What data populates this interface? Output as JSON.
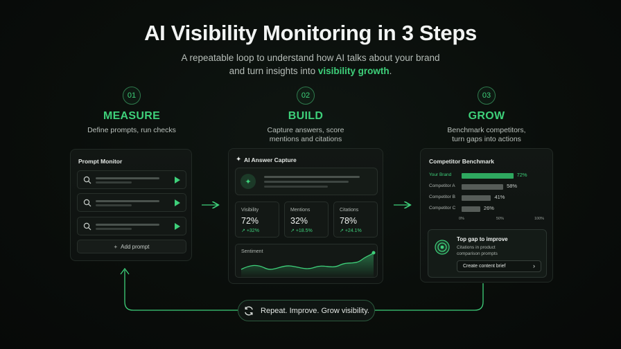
{
  "header": {
    "title": "AI Visibility Monitoring in 3 Steps",
    "subtitle_line1": "A repeatable loop to understand how AI talks about your brand",
    "subtitle_line2_prefix": "and turn insights into ",
    "subtitle_highlight": "visibility growth",
    "subtitle_line2_suffix": "."
  },
  "steps": [
    {
      "num": "01",
      "title": "MEASURE",
      "desc_line1": "Define prompts, run checks",
      "desc_line2": ""
    },
    {
      "num": "02",
      "title": "BUILD",
      "desc_line1": "Capture answers, score",
      "desc_line2": "mentions and citations"
    },
    {
      "num": "03",
      "title": "GROW",
      "desc_line1": "Benchmark competitors,",
      "desc_line2": "turn gaps into actions"
    }
  ],
  "prompt_monitor": {
    "title": "Prompt Monitor",
    "icons": {
      "search": "search-icon",
      "run": "play-icon",
      "add": "plus-icon"
    },
    "add_label": "Add prompt"
  },
  "answer_capture": {
    "title": "AI Answer Capture",
    "icon": "sparkle-icon",
    "metrics": [
      {
        "label": "Visibility",
        "value": "72%",
        "delta": "+32%"
      },
      {
        "label": "Mentions",
        "value": "32%",
        "delta": "+18.5%"
      },
      {
        "label": "Citations",
        "value": "78%",
        "delta": "+24.1%"
      }
    ],
    "sentiment_label": "Sentiment"
  },
  "benchmark": {
    "title": "Competitor Benchmark",
    "rows": [
      {
        "name": "Your Brand",
        "pct": 72,
        "label": "72%"
      },
      {
        "name": "Competitor A",
        "pct": 58,
        "label": "58%"
      },
      {
        "name": "Competitor B",
        "pct": 41,
        "label": "41%"
      },
      {
        "name": "Competitor C",
        "pct": 26,
        "label": "26%"
      }
    ],
    "ticks": [
      "0%",
      "50%",
      "100%"
    ],
    "gap": {
      "title": "Top gap to improve",
      "desc": "Citations in product comparison prompts",
      "button": "Create content brief"
    }
  },
  "loop": {
    "label": "Repeat. Improve. Grow visibility.",
    "icon": "refresh-icon"
  },
  "colors": {
    "accent": "#3ed07a",
    "background": "#0a0e0b",
    "card": "#121714",
    "bar_muted": "#565c58"
  }
}
